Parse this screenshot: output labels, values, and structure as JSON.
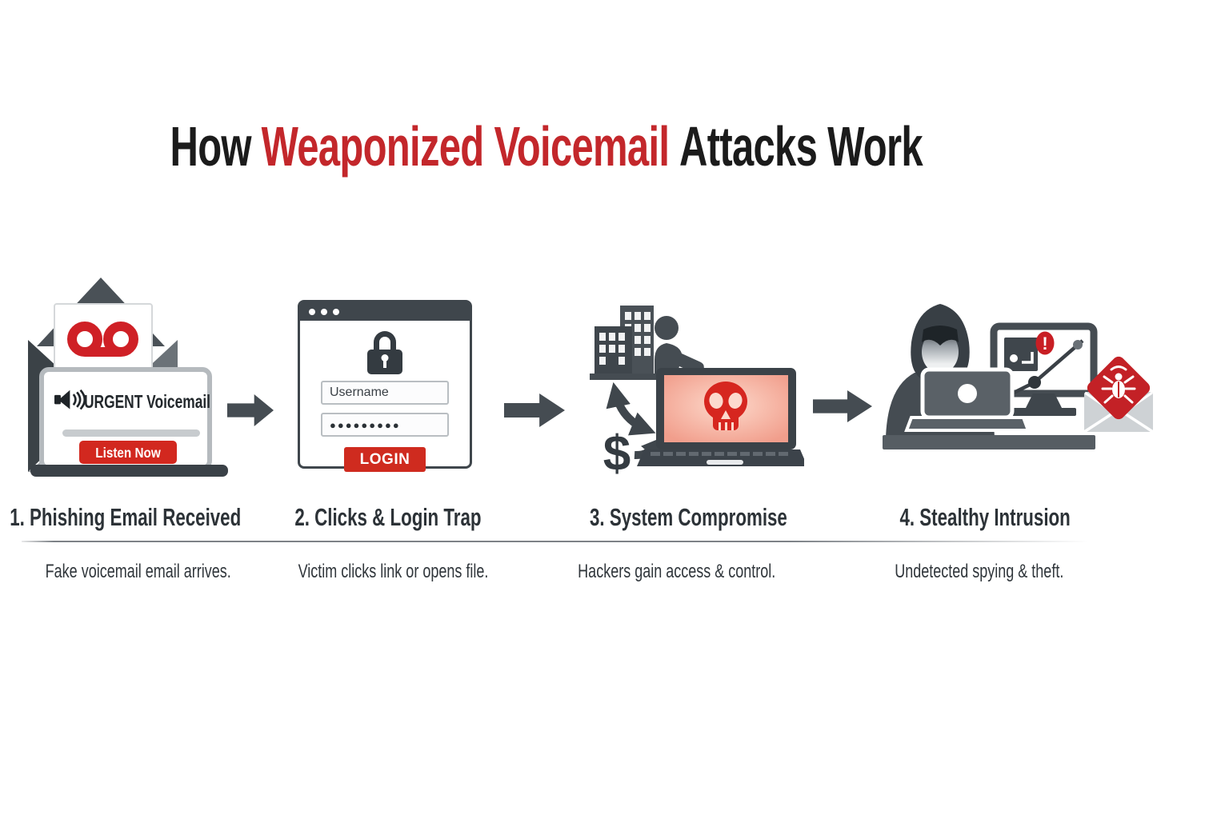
{
  "title": {
    "part1": "How",
    "part2": "Weaponized Voicemail",
    "part3": "Attacks Work"
  },
  "colors": {
    "accent_red": "#c3272b",
    "button_red": "#cf2b1f",
    "skull_red": "#d6261f",
    "charcoal": "#454c52",
    "dark": "#3a4147",
    "screen_salmon": "#f19e8c",
    "label_dark": "#2c3237"
  },
  "steps": [
    {
      "label": "1. Phishing Email Received",
      "caption": "Fake voicemail email arrives.",
      "screen": {
        "subject": "URGENT Voicemail",
        "button_label": "Listen Now"
      },
      "icons": [
        "envelope-icon",
        "voicemail-icon",
        "speaker-icon",
        "laptop-icon"
      ]
    },
    {
      "label": "2. Clicks & Login Trap",
      "caption": "Victim clicks link or opens file.",
      "login_form": {
        "username_value": "Username",
        "password_mask": "●●●●●●●●●",
        "login_label": "LOGIN"
      },
      "icons": [
        "browser-window",
        "lock-icon"
      ]
    },
    {
      "label": "3. System Compromise",
      "caption": "Hackers gain access & control.",
      "symbols": {
        "dollar": "$"
      },
      "icons": [
        "buildings-icon",
        "person-icon",
        "exchange-arrows-icon",
        "skull-icon",
        "infected-laptop-icon"
      ]
    },
    {
      "label": "4. Stealthy Intrusion",
      "caption": "Undetected spying & theft.",
      "symbols": {
        "alert": "!"
      },
      "icons": [
        "hacker-icon",
        "monitor-icon",
        "alert-badge",
        "trend-line",
        "malware-email-icon",
        "bug-icon"
      ]
    }
  ]
}
